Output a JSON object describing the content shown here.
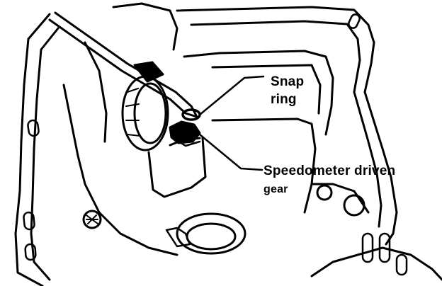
{
  "callouts": {
    "snap_ring_line1": "Snap",
    "snap_ring_line2": "ring",
    "speedo_line1": "Speedometer driven",
    "speedo_line2": "gear"
  },
  "colors": {
    "ink": "#000000",
    "paper": "#ffffff"
  }
}
